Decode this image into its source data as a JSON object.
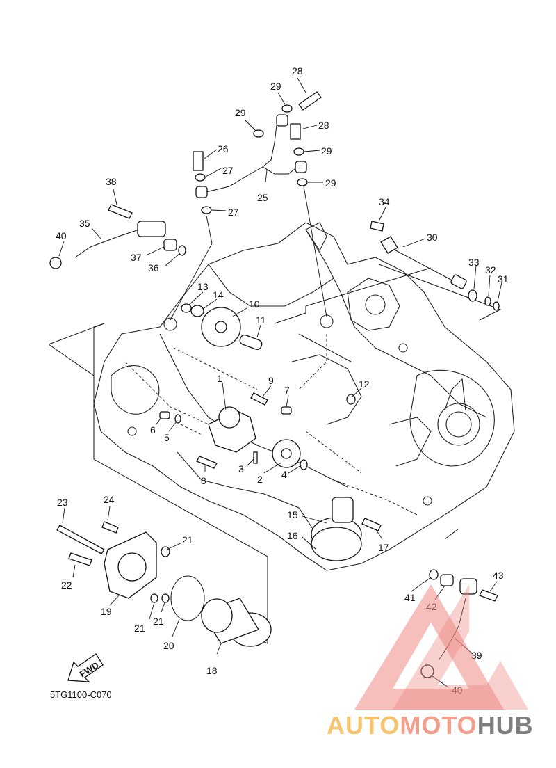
{
  "diagram": {
    "code": "5TG1100-C070",
    "direction_label": "FWD",
    "callouts": [
      "1",
      "2",
      "3",
      "4",
      "5",
      "6",
      "7",
      "8",
      "9",
      "10",
      "11",
      "12",
      "13",
      "14",
      "15",
      "16",
      "17",
      "18",
      "19",
      "20",
      "21",
      "21",
      "21",
      "22",
      "23",
      "24",
      "25",
      "26",
      "27",
      "27",
      "28",
      "28",
      "29",
      "29",
      "29",
      "29",
      "30",
      "31",
      "32",
      "33",
      "34",
      "35",
      "36",
      "37",
      "38",
      "39",
      "40",
      "40",
      "41",
      "42",
      "43"
    ]
  },
  "watermark": {
    "part1": "AUTO",
    "part2": "MOTO",
    "part3": "HUB",
    "colors": {
      "auto": "#f6c46e",
      "moto": "#f2a08c",
      "hub": "#7f7f7f",
      "triangle": "#ee8a84"
    }
  }
}
